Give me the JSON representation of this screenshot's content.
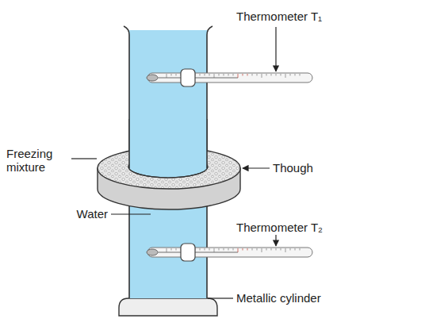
{
  "diagram": {
    "labels": [
      "Thermometer T₁",
      "Freezing mixture",
      "Though",
      "Water",
      "Thermometer T₂",
      "Metallic cylinder"
    ]
  }
}
